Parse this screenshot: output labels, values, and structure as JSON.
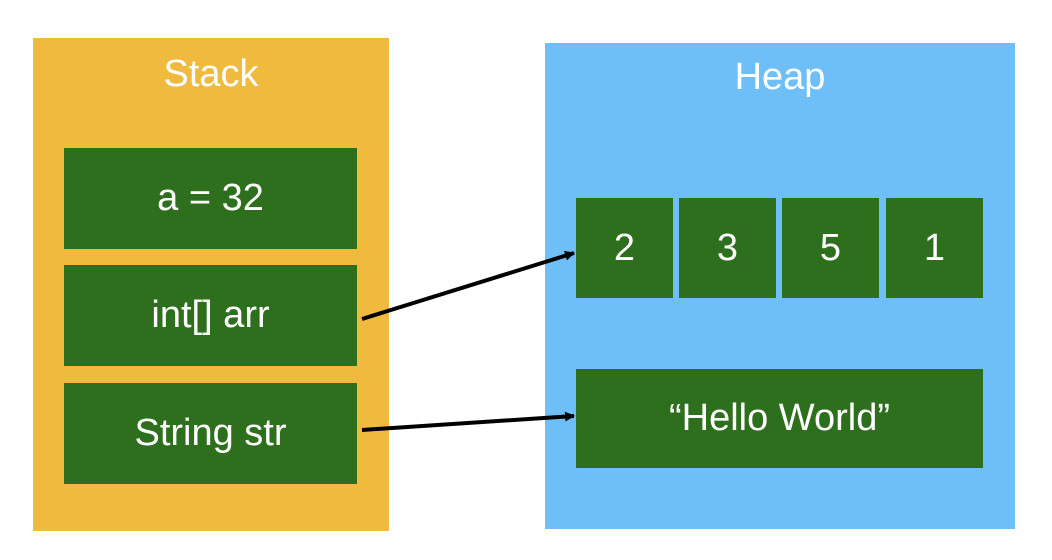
{
  "colors": {
    "stack_background": "#F0BA3E",
    "heap_background": "#6EBFF8",
    "cell_background": "#2E6F1E",
    "text": "#FFFFFF",
    "arrow": "#000000"
  },
  "stack": {
    "title": "Stack",
    "variables": [
      {
        "label": "a = 32"
      },
      {
        "label": "int[] arr"
      },
      {
        "label": "String str"
      }
    ]
  },
  "heap": {
    "title": "Heap",
    "array": [
      "2",
      "3",
      "5",
      "1"
    ],
    "string_object": "“Hello World”"
  },
  "references": [
    {
      "from": "stack.variables.1",
      "to": "heap.array"
    },
    {
      "from": "stack.variables.2",
      "to": "heap.string_object"
    }
  ]
}
